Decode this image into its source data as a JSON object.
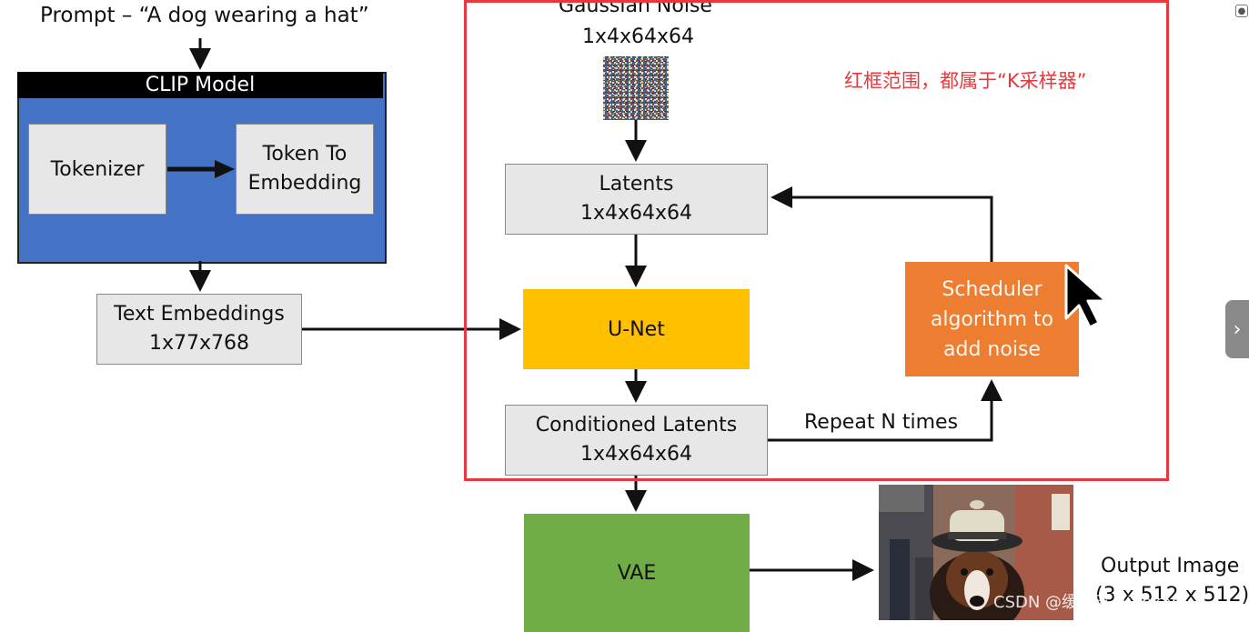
{
  "prompt": "Prompt – “A dog wearing a hat”",
  "clip": {
    "title": "CLIP Model",
    "tokenizer": "Tokenizer",
    "token_line1": "Token To",
    "token_line2": "Embedding"
  },
  "text_embeddings": {
    "line1": "Text Embeddings",
    "line2": "1x77x768"
  },
  "noise": {
    "line1": "Gaussian Noise",
    "line2": "1x4x64x64"
  },
  "latents": {
    "line1": "Latents",
    "line2": "1x4x64x64"
  },
  "unet": "U-Net",
  "conditioned": {
    "line1": "Conditioned Latents",
    "line2": "1x4x64x64"
  },
  "scheduler": {
    "line1": "Scheduler",
    "line2": "algorithm to",
    "line3": "add noise"
  },
  "repeat": "Repeat N times",
  "vae": "VAE",
  "output": {
    "line1": "Output Image",
    "line2": "(3 x 512 x 512)"
  },
  "annotation": "红框范围，都属于“K采样器”",
  "watermark_csdn": "CSDN @缓缓五月iankan",
  "colors": {
    "clip_blue": "#4472c4",
    "unet_yellow": "#ffc000",
    "vae_green": "#70ad47",
    "scheduler_orange": "#ed7d31",
    "annotation_red": "#e8383d"
  }
}
